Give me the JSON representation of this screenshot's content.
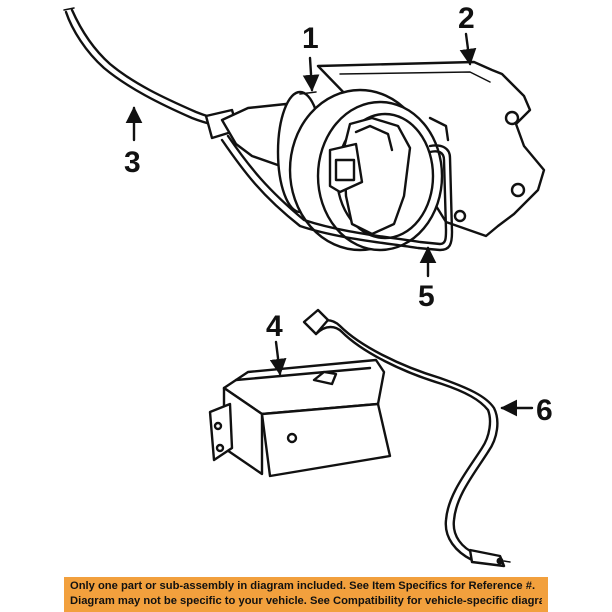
{
  "diagram": {
    "callouts": [
      {
        "id": "1",
        "label": "1"
      },
      {
        "id": "2",
        "label": "2"
      },
      {
        "id": "3",
        "label": "3"
      },
      {
        "id": "4",
        "label": "4"
      },
      {
        "id": "5",
        "label": "5"
      },
      {
        "id": "6",
        "label": "6"
      }
    ]
  },
  "footer": {
    "background": "#f2a03d",
    "line1": "Only one part or sub-assembly in diagram included. See Item Specifics for Reference #.",
    "line2": "Diagram may not be specific to your vehicle. See Compatibility for vehicle-specific diagrams."
  }
}
